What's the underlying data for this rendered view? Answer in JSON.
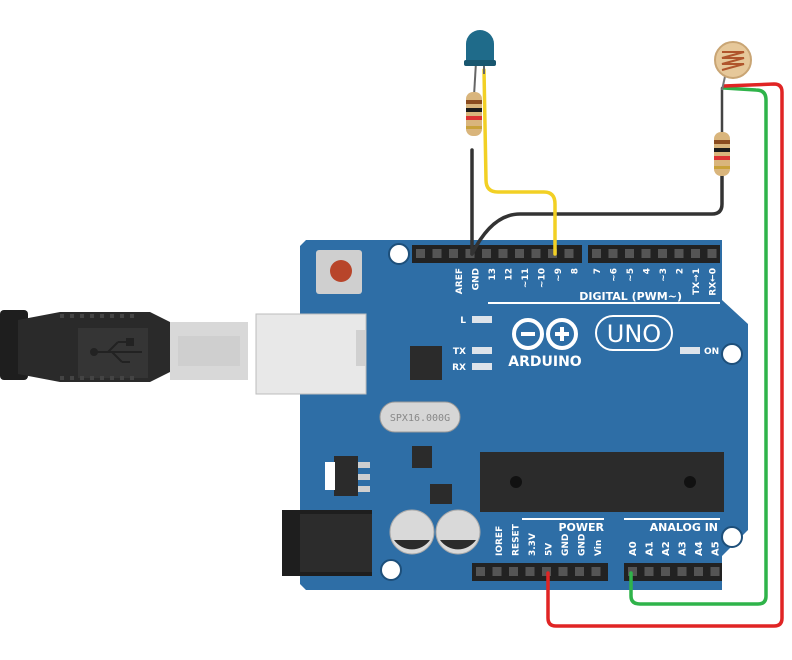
{
  "board": {
    "brand": "ARDUINO",
    "model": "UNO",
    "crystal_marking": "SPX16.000G",
    "on_label": "ON",
    "led_labels": {
      "l": "L",
      "tx": "TX",
      "rx": "RX"
    },
    "color_board": "#2e6ea6"
  },
  "digital_header": {
    "title": "DIGITAL (PWM~)",
    "pins_left": [
      "AREF",
      "GND",
      "13",
      "12",
      "~11",
      "~10",
      "~9",
      "8"
    ],
    "pins_right": [
      "7",
      "~6",
      "~5",
      "4",
      "~3",
      "2",
      "TX→1",
      "RX←0"
    ]
  },
  "power_header": {
    "title": "POWER",
    "pins": [
      "IOREF",
      "RESET",
      "3.3V",
      "5V",
      "GND",
      "GND",
      "Vin"
    ]
  },
  "analog_header": {
    "title": "ANALOG IN",
    "pins": [
      "A0",
      "A1",
      "A2",
      "A3",
      "A4",
      "A5"
    ]
  },
  "components": {
    "led": {
      "name": "led",
      "color": "#1f6b8a"
    },
    "led_resistor": {
      "name": "led-resistor"
    },
    "photoresistor": {
      "name": "photoresistor"
    },
    "ldr_resistor": {
      "name": "ldr-resistor"
    },
    "usb_cable": {
      "name": "usb-cable"
    },
    "power_jack": {
      "name": "dc-power-jack"
    }
  },
  "wires": [
    {
      "name": "wire-led-to-pin9",
      "color": "#f2d024"
    },
    {
      "name": "wire-led-gnd",
      "color": "#333333"
    },
    {
      "name": "wire-ldr-gnd",
      "color": "#333333"
    },
    {
      "name": "wire-5v",
      "color": "#e02424"
    },
    {
      "name": "wire-a0",
      "color": "#2fb34a"
    }
  ]
}
